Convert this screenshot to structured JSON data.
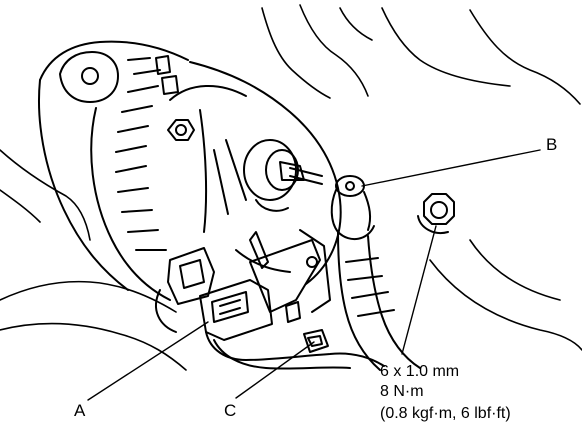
{
  "callouts": {
    "a": "A",
    "b": "B",
    "c": "C"
  },
  "spec": {
    "line1": "6 x 1.0 mm",
    "line2": "8 N·m",
    "line3": "(0.8 kgf·m, 6 lbf·ft)"
  }
}
